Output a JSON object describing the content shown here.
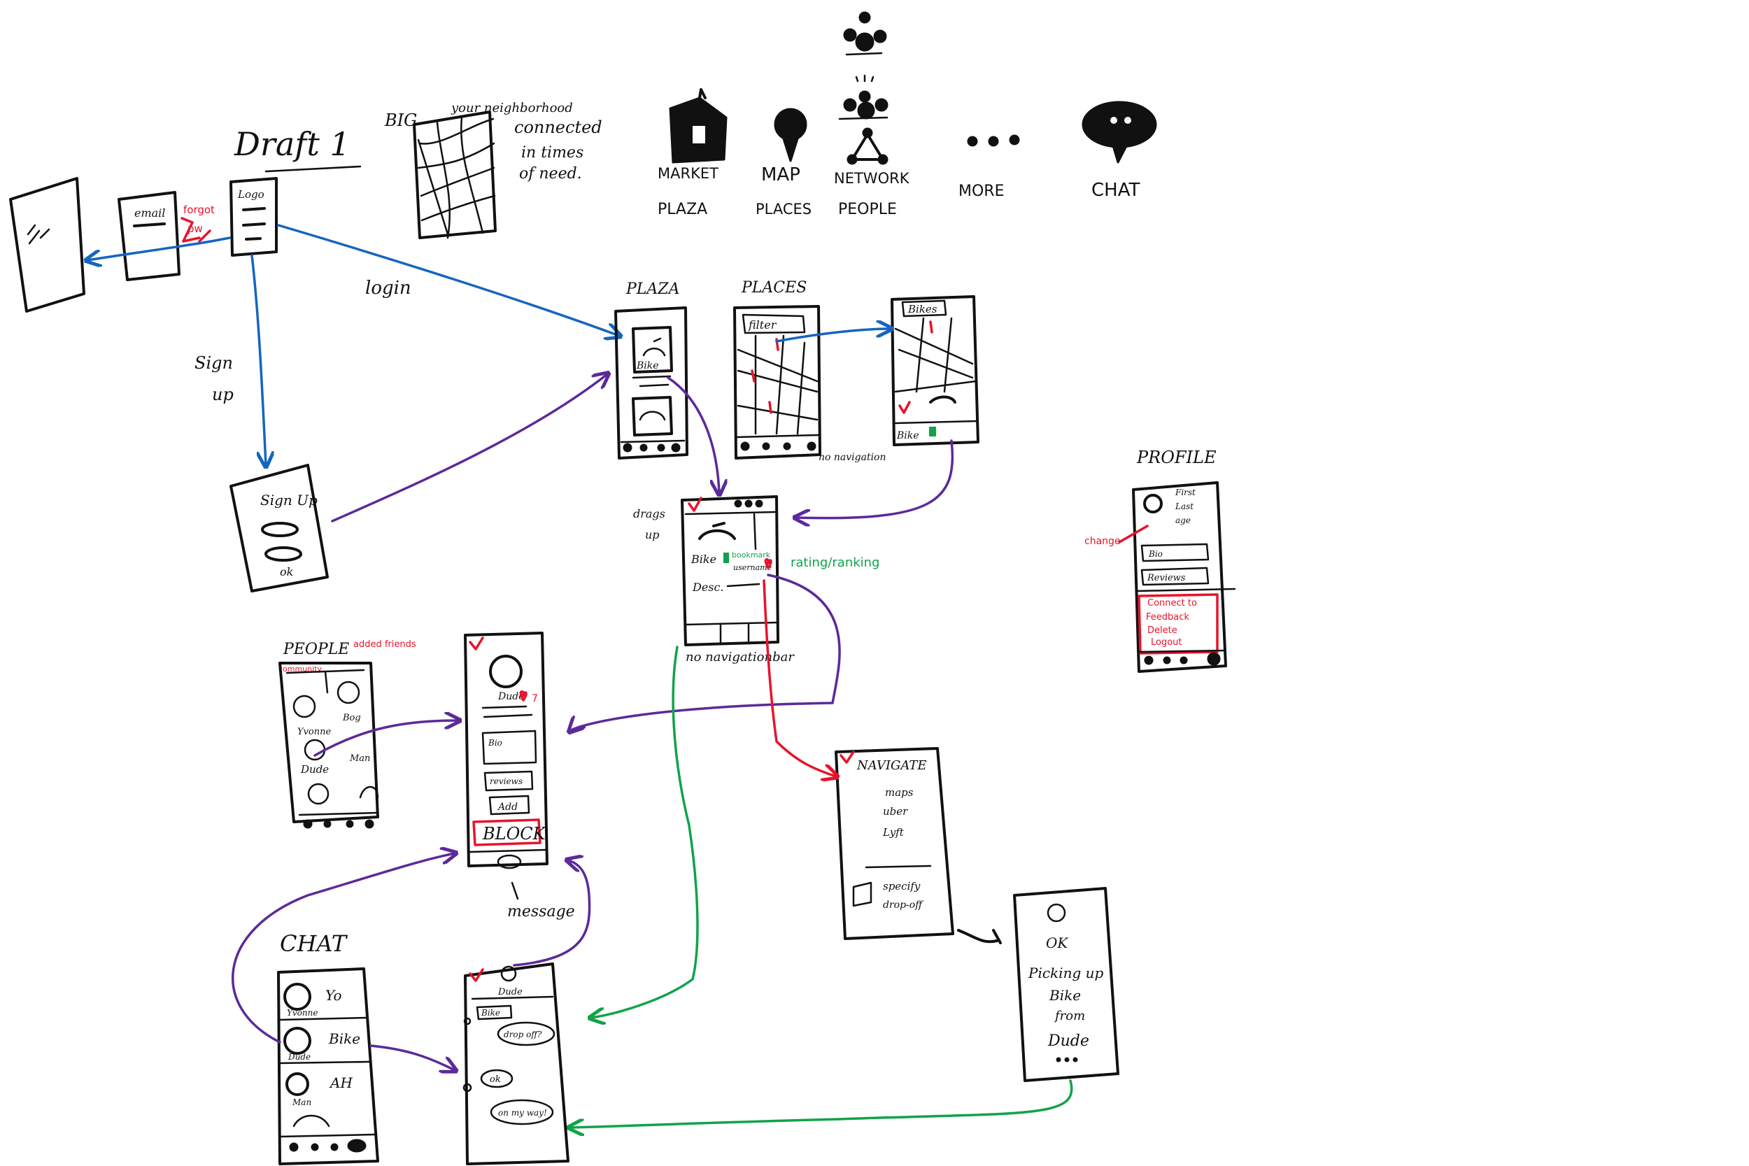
{
  "colors": {
    "ink": "#111111",
    "blue": "#1565c0",
    "purple": "#5b2a9a",
    "green": "#11a34a",
    "red": "#e8132b"
  },
  "header": {
    "draft_title": "Draft 1",
    "big_label": "BIG",
    "your_neighborhood": "your neighborhood",
    "tagline_1": "connected",
    "tagline_2": "in times",
    "tagline_3": "of need."
  },
  "nav_legend": [
    {
      "top": "MARKET",
      "bottom": "PLAZA",
      "icon": "house-icon"
    },
    {
      "top": "MAP",
      "bottom": "PLACES",
      "icon": "map-pin-icon"
    },
    {
      "top": "NETWORK",
      "bottom": "PEOPLE",
      "icon": "network-icon"
    },
    {
      "top": "MORE",
      "bottom": "",
      "icon": "more-dots-icon"
    },
    {
      "top": "CHAT",
      "bottom": "",
      "icon": "chat-bubble-icon"
    }
  ],
  "login_flow": {
    "logo": "Logo",
    "email": "email",
    "forgot": "forgot",
    "pw": "pw",
    "login_label": "login",
    "signup_label_1": "Sign",
    "signup_label_2": "up",
    "signup_title": "Sign Up",
    "ok": "ok"
  },
  "screens": {
    "plaza": {
      "title": "PLAZA",
      "item": "Bike"
    },
    "places": {
      "title": "PLACES",
      "filter": "filter",
      "bikes": "Bikes",
      "no_nav": "no navigation",
      "bike_label": "Bike"
    },
    "item_detail": {
      "drags_up_1": "drags",
      "drags_up_2": "up",
      "item": "Bike",
      "bookmark": "bookmark",
      "username": "username",
      "rating_annotation": "rating/ranking",
      "desc": "Desc.",
      "no_navbar": "no navigationbar"
    },
    "profile": {
      "title": "PROFILE",
      "first": "First",
      "last": "Last",
      "age": "age",
      "change": "change",
      "bio": "Bio",
      "reviews": "Reviews",
      "menu": [
        "Connect to",
        "Feedback",
        "Delete",
        "Logout"
      ]
    },
    "people": {
      "title": "PEOPLE",
      "added_friends": "added friends",
      "community": "community",
      "names": [
        "Yvonne",
        "Bog",
        "Dude",
        "Man"
      ]
    },
    "person_profile": {
      "name": "Dude",
      "rating": "7",
      "bio": "Bio",
      "reviews": "reviews",
      "add": "Add",
      "block": "BLOCK",
      "message": "message"
    },
    "navigate": {
      "title": "NAVIGATE",
      "options": [
        "maps",
        "uber",
        "Lyft"
      ],
      "specify": "specify",
      "drop_off": "drop-off"
    },
    "confirm": {
      "line1": "OK",
      "line2": "Picking up",
      "line3": "Bike",
      "line4": "from",
      "line5": "Dude"
    },
    "chat_list": {
      "title": "CHAT",
      "rows": [
        {
          "name": "Yvonne",
          "preview": "Yo"
        },
        {
          "name": "Dude",
          "preview": "Bike"
        },
        {
          "name": "Man",
          "preview": "AH"
        }
      ]
    },
    "conversation": {
      "name": "Dude",
      "item": "Bike",
      "messages": [
        "drop off?",
        "ok",
        "on my way!"
      ]
    }
  }
}
